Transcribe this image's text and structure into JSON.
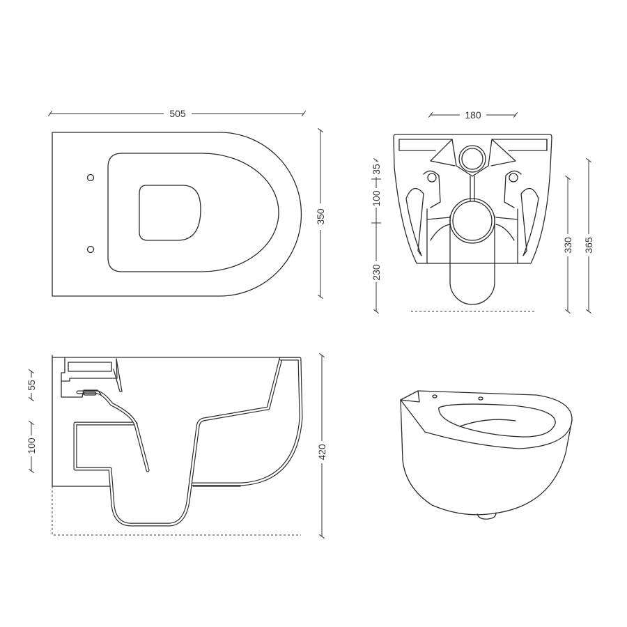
{
  "drawing": {
    "top_view": {
      "width_label": "505",
      "depth_label": "350"
    },
    "front_view": {
      "width_label": "180",
      "left_dims": [
        "35",
        "100",
        "230"
      ],
      "right_dims": [
        "330",
        "365"
      ]
    },
    "side_view": {
      "left_dims": [
        "55",
        "100"
      ],
      "height_label": "420"
    },
    "line_color": "#2a2a2a"
  }
}
